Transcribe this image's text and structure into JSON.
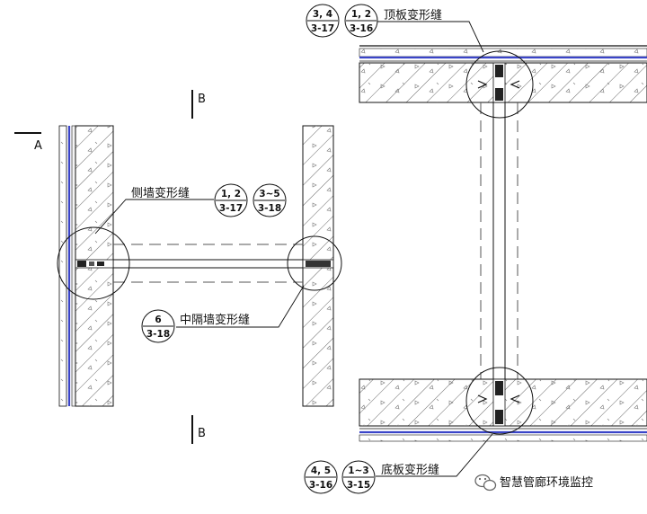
{
  "section_marks": {
    "a": "A",
    "b_top": "B",
    "b_bottom": "B"
  },
  "labels": {
    "top_slab": "顶板变形缝",
    "side_wall": "侧墙变形缝",
    "middle_wall": "中隔墙变形缝",
    "bottom_slab": "底板变形缝"
  },
  "refs": {
    "top_left": {
      "num": "3, 4",
      "sheet": "3-17"
    },
    "top_right": {
      "num": "1, 2",
      "sheet": "3-16"
    },
    "side_left": {
      "num": "1, 2",
      "sheet": "3-17"
    },
    "side_right": {
      "num": "3~5",
      "sheet": "3-18"
    },
    "mid": {
      "num": "6",
      "sheet": "3-18"
    },
    "bot_left": {
      "num": "4, 5",
      "sheet": "3-16"
    },
    "bot_right": {
      "num": "1~3",
      "sheet": "3-15"
    }
  },
  "watermark": {
    "text": "智慧管廊环境监控",
    "icon": "wechat-icon"
  },
  "colors": {
    "line": "#111111",
    "membrane": "#3a44c8",
    "hatch": "#444444",
    "joint": "#222222"
  }
}
